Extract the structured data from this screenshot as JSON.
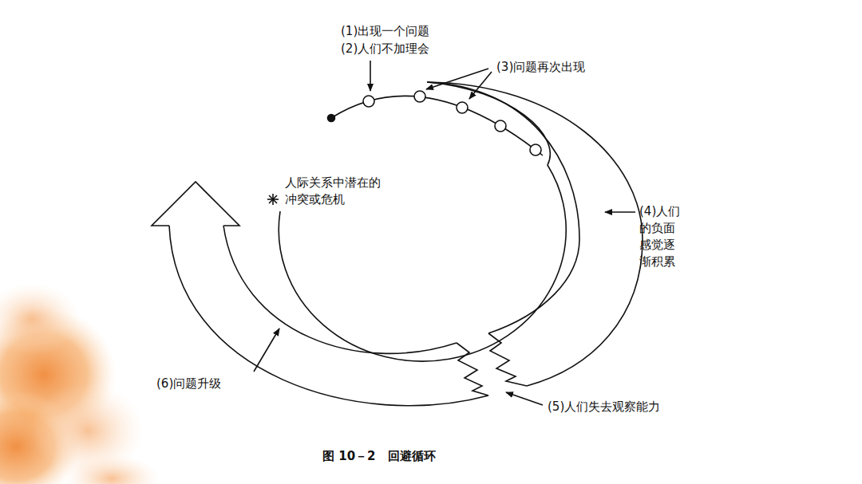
{
  "diagram": {
    "caption": "图 10－2　回避循环",
    "labels": [
      "(1)出现一个问题",
      "(2)人们不加理会",
      "(3)问题再次出现",
      "人际关系中潜在的 冲突或危机",
      "(4)人们 的负面 感觉逐 渐积累",
      "(5)人们失去观察能力",
      "(6)问题升级"
    ]
  }
}
